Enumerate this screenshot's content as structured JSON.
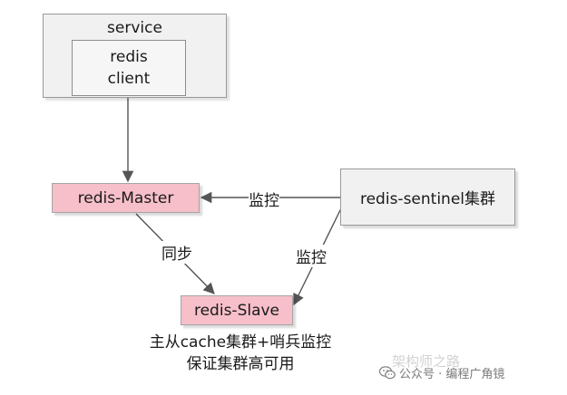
{
  "nodes": {
    "service": "service",
    "client_line1": "redis",
    "client_line2": "client",
    "master": "redis-Master",
    "sentinel": "redis-sentinel集群",
    "slave": "redis-Slave"
  },
  "edges": {
    "monitor_master": "监控",
    "sync": "同步",
    "monitor_slave": "监控"
  },
  "caption": {
    "line1": "主从cache集群+哨兵监控",
    "line2": "保证集群高可用"
  },
  "watermark": {
    "faint": "架构师之路",
    "main": "公众号 · 编程广角镜",
    "icon": "wechat-icon"
  },
  "colors": {
    "redis_node_fill": "#f6bfc9",
    "box_fill": "#f1f1f1",
    "arrow": "#555555"
  }
}
